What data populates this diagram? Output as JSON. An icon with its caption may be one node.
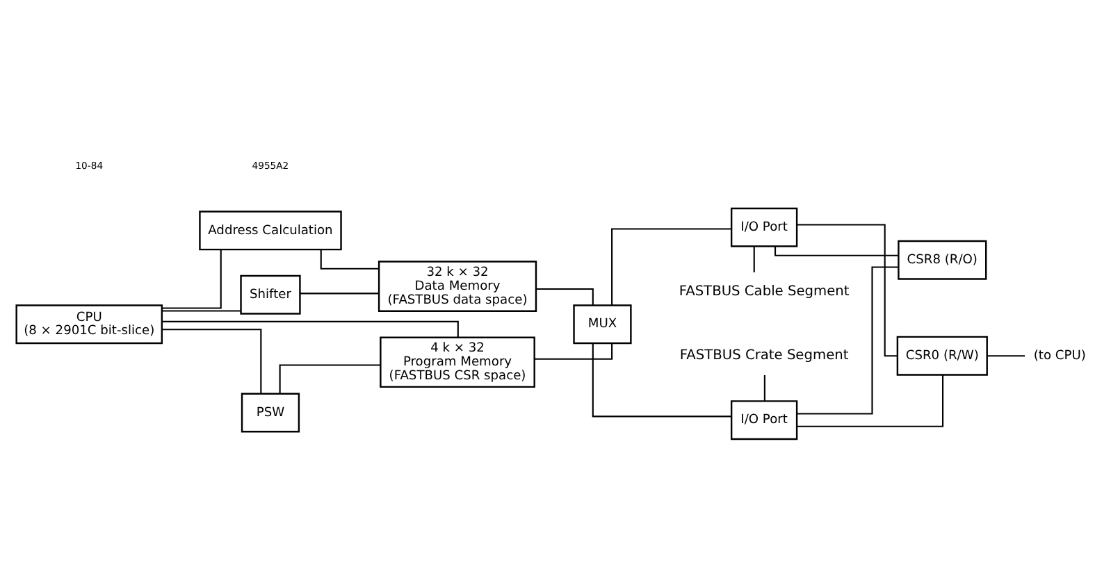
{
  "diagram": {
    "nodes": [
      {
        "text": [
          "CPU",
          "(8 × 2901C bit-slice)"
        ]
      },
      {
        "text": [
          "Address Calculation"
        ]
      },
      {
        "text": [
          "32 k × 32",
          "Data Memory",
          "(FASTBUS data space)"
        ]
      },
      {
        "text": [
          "Shifter"
        ]
      },
      {
        "text": [
          "PSW"
        ]
      },
      {
        "text": [
          "4 k × 32",
          "Program Memory",
          "(FASTBUS CSR space)"
        ]
      },
      {
        "text": [
          "MUX"
        ]
      },
      {
        "text": [
          "I/O Port"
        ]
      },
      {
        "text": [
          "CSR8 (R/O)"
        ]
      },
      {
        "text": [
          "CSR0 (R/W)"
        ]
      },
      {
        "text": [
          "I/O Port"
        ]
      },
      {
        "text": [
          "FASTBUS Crate Segment"
        ]
      },
      {
        "text": [
          "FASTBUS Cable Segment"
        ]
      },
      {
        "text": [
          "(to CPU)"
        ]
      }
    ],
    "edges": [
      {
        "from": 0,
        "to": 1,
        "arrow": "none"
      },
      {
        "from": 1,
        "to": 2,
        "arrow": "none"
      },
      {
        "from": 0,
        "to": 3,
        "arrow": "none"
      },
      {
        "from": 3,
        "to": 2,
        "arrow": "none"
      },
      {
        "from": 0,
        "to": 5,
        "arrow": "none"
      },
      {
        "from": 0,
        "to": 4,
        "arrow": "none"
      },
      {
        "from": 4,
        "to": 5,
        "arrow": "none"
      },
      {
        "from": 2,
        "to": 6,
        "arrow": "none"
      },
      {
        "from": 5,
        "to": 6,
        "arrow": "none"
      },
      {
        "from": 6,
        "to": 7,
        "arrow": "none"
      },
      {
        "from": 6,
        "to": 10,
        "arrow": "none"
      },
      {
        "from": 11,
        "to": 7,
        "arrow": "none"
      },
      {
        "from": 7,
        "to": 8,
        "arrow": "none"
      },
      {
        "from": 7,
        "to": 9,
        "arrow": "none"
      },
      {
        "from": 8,
        "to": 10,
        "arrow": "none"
      },
      {
        "from": 9,
        "to": 10,
        "arrow": "none"
      },
      {
        "from": 9,
        "to": 13,
        "arrow": "none"
      },
      {
        "from": 10,
        "to": 12,
        "arrow": "none"
      }
    ],
    "labels": [
      "10-84",
      "4955A2"
    ]
  }
}
